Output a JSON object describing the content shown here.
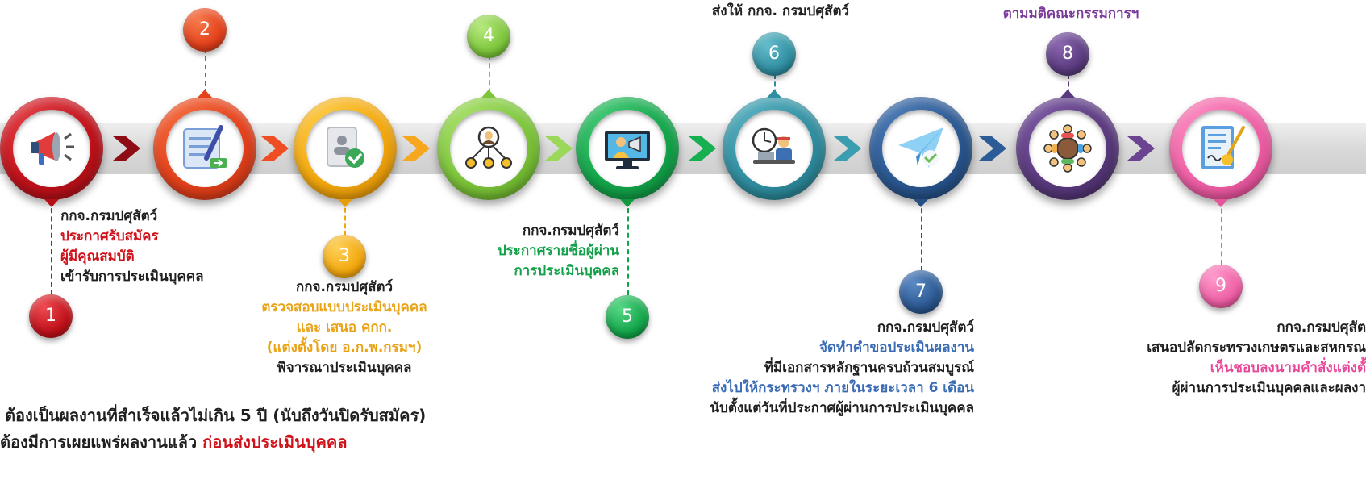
{
  "steps": [
    {
      "num": "1",
      "lines": [
        "กกจ.กรมปศุสัตว์",
        "ประกาศรับสมัคร",
        "ผู้มีคุณสมบัติ",
        "เข้ารับการประเมินบุคคล"
      ]
    },
    {
      "num": "2",
      "lines": []
    },
    {
      "num": "3",
      "lines": [
        "กกจ.กรมปศุสัตว์",
        "ตรวจสอบแบบประเมินบุคคล",
        "และ เสนอ คกก.",
        "(แต่งตั้งโดย อ.ก.พ.กรมฯ)",
        "พิจารณาประเมินบุคคล"
      ]
    },
    {
      "num": "4",
      "lines": []
    },
    {
      "num": "5",
      "lines": [
        "กกจ.กรมปศุสัตว์",
        "ประกาศรายชื่อผู้ผ่าน",
        "การประเมินบุคคล"
      ]
    },
    {
      "num": "6",
      "lines": [
        "ส่งให้ กกจ. กรมปศุสัตว์"
      ]
    },
    {
      "num": "7",
      "lines": [
        "กกจ.กรมปศุสัตว์",
        "จัดทำคำขอประเมินผลงาน",
        "ที่มีเอกสารหลักฐานครบถ้วนสมบูรณ์",
        "ส่งไปให้กระทรวงฯ ภายในระยะเวลา 6 เดือน",
        "นับตั้งแต่วันที่ประกาศผู้ผ่านการประเมินบุคคล"
      ]
    },
    {
      "num": "8",
      "lines": [
        "ตามมติคณะกรรมการฯ"
      ]
    },
    {
      "num": "9",
      "lines": [
        "กกจ.กรมปศุสัต",
        "เสนอปลัดกระทรวงเกษตรและสหกรณ",
        "เห็นชอบลงนามคำสั่งแต่งตั้",
        "ผู้ผ่านการประเมินบุคคลและผลงา"
      ]
    }
  ],
  "notes": {
    "line1": "ต้องเป็นผลงานที่สำเร็จแล้วไม่เกิน 5 ปี (นับถึงวันปิดรับสมัคร)",
    "line2_prefix": "ต้องมีการเผยแพร่ผลงานแล้ว ",
    "line2_highlight": "ก่อนส่งประเมินบุคคล"
  },
  "icons": [
    "megaphone-icon",
    "form-edit-icon",
    "document-check-icon",
    "person-network-icon",
    "online-announce-icon",
    "clock-worker-icon",
    "paper-plane-icon",
    "team-meeting-icon",
    "signed-document-icon"
  ],
  "colors": {
    "step1": "#c0111a",
    "step2": "#e3401b",
    "step3": "#f2a70d",
    "step4": "#7cc43a",
    "step5": "#13a54a",
    "step6": "#2f8ea0",
    "step7": "#2a5790",
    "step8": "#5a3a7e",
    "step9": "#ee5fa5",
    "text_dark": "#1f1f1f",
    "text_red": "#d0121b",
    "text_orange": "#e8a317",
    "text_green": "#12a048",
    "text_blue": "#3a6cb5",
    "text_purple": "#7a3a9a",
    "text_pink": "#e8489a"
  }
}
